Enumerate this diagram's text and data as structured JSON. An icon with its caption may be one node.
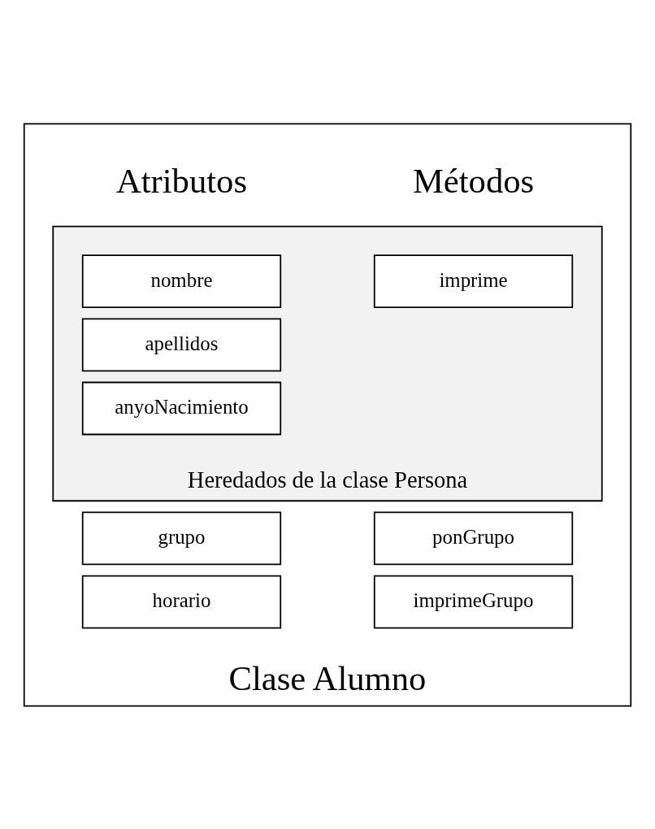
{
  "diagram": {
    "nodes": [
      {
        "text": [
          "Clase Alumno"
        ]
      },
      {
        "text": [
          "Heredados de la clase Persona"
        ],
        "in": 0
      },
      {
        "text": [
          "nombre"
        ],
        "in": 1
      },
      {
        "text": [
          "apellidos"
        ],
        "in": 1
      },
      {
        "text": [
          "anyoNacimiento"
        ],
        "in": 1
      },
      {
        "text": [
          "imprime"
        ],
        "in": 1
      },
      {
        "text": [
          "grupo"
        ],
        "in": 0
      },
      {
        "text": [
          "horario"
        ],
        "in": 0
      },
      {
        "text": [
          "ponGrupo"
        ],
        "in": 0
      },
      {
        "text": [
          "imprimeGrupo"
        ],
        "in": 0
      }
    ],
    "labels": [
      "Atributos",
      "Métodos"
    ]
  }
}
